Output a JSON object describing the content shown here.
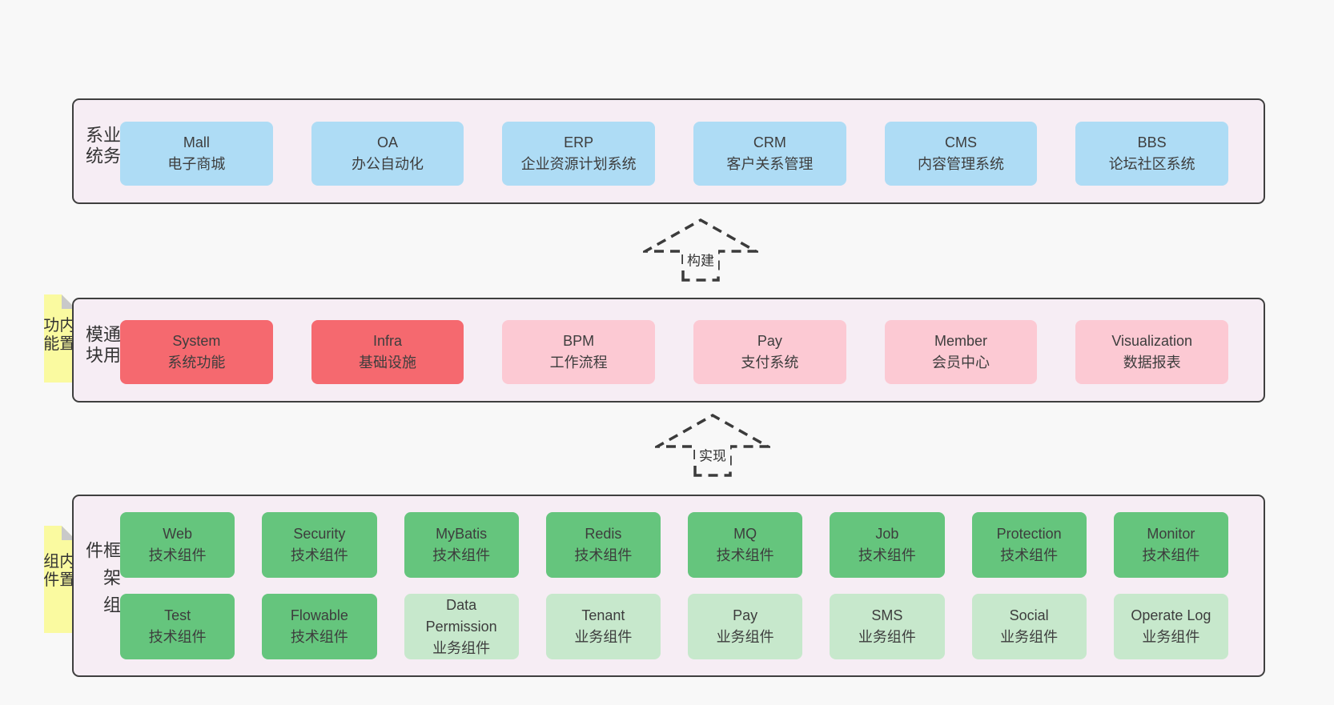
{
  "colors": {
    "page_background": "#f8f8f8",
    "panel_background": "#f6edf4",
    "panel_border": "#3f3f3f",
    "business_box": "#aedcf5",
    "core_module_box": "#f5696f",
    "optional_module_box": "#fcc9d3",
    "tech_component_box": "#65c57d",
    "biz_component_box": "#c7e8cc",
    "sticky_note": "#fafaa0",
    "note_fold": "#c9c9c9",
    "text": "#3b3b3b"
  },
  "arrows": [
    {
      "label": "构建"
    },
    {
      "label": "实现"
    }
  ],
  "sections": {
    "business": {
      "label": "业务系统",
      "boxes": [
        {
          "title": "Mall",
          "subtitle": "电子商城",
          "variant": "blue"
        },
        {
          "title": "OA",
          "subtitle": "办公自动化",
          "variant": "blue"
        },
        {
          "title": "ERP",
          "subtitle": "企业资源计划系统",
          "variant": "blue"
        },
        {
          "title": "CRM",
          "subtitle": "客户关系管理",
          "variant": "blue"
        },
        {
          "title": "CMS",
          "subtitle": "内容管理系统",
          "variant": "blue"
        },
        {
          "title": "BBS",
          "subtitle": "论坛社区系统",
          "variant": "blue"
        }
      ]
    },
    "modules": {
      "label": "通用模块",
      "note": "内置功能",
      "boxes": [
        {
          "title": "System",
          "subtitle": "系统功能",
          "variant": "red"
        },
        {
          "title": "Infra",
          "subtitle": "基础设施",
          "variant": "red"
        },
        {
          "title": "BPM",
          "subtitle": "工作流程",
          "variant": "pink"
        },
        {
          "title": "Pay",
          "subtitle": "支付系统",
          "variant": "pink"
        },
        {
          "title": "Member",
          "subtitle": "会员中心",
          "variant": "pink"
        },
        {
          "title": "Visualization",
          "subtitle": "数据报表",
          "variant": "pink"
        }
      ]
    },
    "framework": {
      "label": "框架组件",
      "note": "内置组件",
      "row1": [
        {
          "title": "Web",
          "subtitle": "技术组件",
          "variant": "green"
        },
        {
          "title": "Security",
          "subtitle": "技术组件",
          "variant": "green"
        },
        {
          "title": "MyBatis",
          "subtitle": "技术组件",
          "variant": "green"
        },
        {
          "title": "Redis",
          "subtitle": "技术组件",
          "variant": "green"
        },
        {
          "title": "MQ",
          "subtitle": "技术组件",
          "variant": "green"
        },
        {
          "title": "Job",
          "subtitle": "技术组件",
          "variant": "green"
        },
        {
          "title": "Protection",
          "subtitle": "技术组件",
          "variant": "green"
        },
        {
          "title": "Monitor",
          "subtitle": "技术组件",
          "variant": "green"
        }
      ],
      "row2": [
        {
          "title": "Test",
          "subtitle": "技术组件",
          "variant": "green"
        },
        {
          "title": "Flowable",
          "subtitle": "技术组件",
          "variant": "green"
        },
        {
          "title": "Data Permission",
          "subtitle": "业务组件",
          "variant": "green-light"
        },
        {
          "title": "Tenant",
          "subtitle": "业务组件",
          "variant": "green-light"
        },
        {
          "title": "Pay",
          "subtitle": "业务组件",
          "variant": "green-light"
        },
        {
          "title": "SMS",
          "subtitle": "业务组件",
          "variant": "green-light"
        },
        {
          "title": "Social",
          "subtitle": "业务组件",
          "variant": "green-light"
        },
        {
          "title": "Operate Log",
          "subtitle": "业务组件",
          "variant": "green-light"
        }
      ]
    }
  }
}
